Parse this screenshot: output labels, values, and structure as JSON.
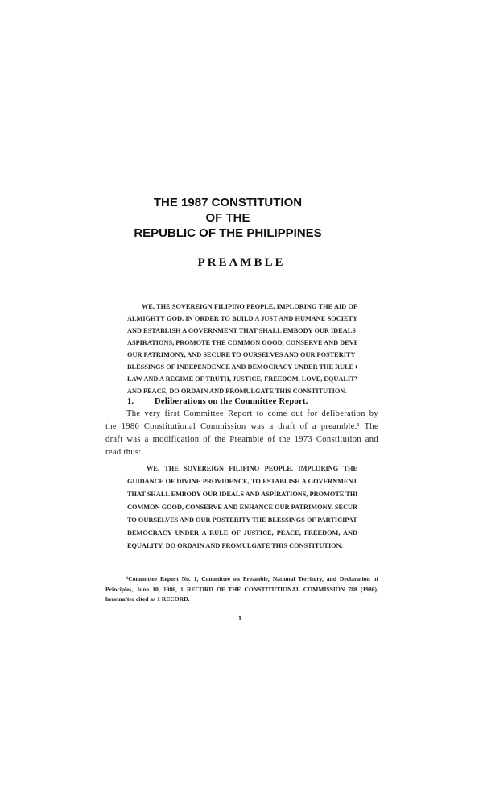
{
  "title": {
    "line1": "THE 1987 CONSTITUTION",
    "line2": "OF THE",
    "line3": "REPUBLIC OF THE PHILIPPINES"
  },
  "preamble_heading": "PREAMBLE",
  "preamble_text": [
    "WE, THE SOVEREIGN FILIPINO PEOPLE, IMPLORING THE AID OF",
    "ALMIGHTY GOD, IN ORDER TO BUILD A JUST AND HUMANE SOCIETY",
    "AND ESTABLISH A GOVERNMENT THAT SHALL EMBODY OUR IDEALS AND",
    "ASPIRATIONS, PROMOTE THE COMMON GOOD, CONSERVE AND DEVELOP",
    "OUR PATRIMONY, AND SECURE TO OURSELVES AND OUR POSTERITY THE",
    "BLESSINGS OF INDEPENDENCE AND DEMOCRACY UNDER THE RULE OF",
    "LAW AND A REGIME OF TRUTH, JUSTICE, FREEDOM, LOVE, EQUALITY",
    "AND PEACE, DO ORDAIN AND PROMULGATE THIS CONSTITUTION."
  ],
  "section": {
    "number": "1.",
    "title": "Deliberations on the Committee Report."
  },
  "body_text": [
    "The very first Committee Report to come out for deliberation by",
    "the 1986 Constitutional Commission was a draft of a preamble.¹ The",
    "draft was a modification of the Preamble of the 1973 Constitution and",
    "read thus:"
  ],
  "draft_quote": [
    "WE, THE SOVEREIGN FILIPINO PEOPLE, IMPLORING THE",
    "GUIDANCE OF DIVINE PROVIDENCE, TO ESTABLISH A GOVERNMENT",
    "THAT SHALL EMBODY OUR IDEALS AND ASPIRATIONS, PROMOTE THE",
    "COMMON GOOD, CONSERVE AND ENHANCE OUR PATRIMONY, SECURE",
    "TO OURSELVES AND OUR POSTERITY THE BLESSINGS OF PARTICIPATORY",
    "DEMOCRACY UNDER A RULE OF JUSTICE, PEACE, FREEDOM, AND",
    "EQUALITY, DO ORDAIN AND PROMULGATE THIS CONSTITUTION."
  ],
  "footnote": [
    "¹Committee Report No. 1, Committee on Preamble, National Territory, and Declaration of",
    "Principles, June 10, 1986, 1 RECORD OF THE CONSTITUTIONAL COMMISSION 788 (1986),",
    "hereinafter cited as 1 RECORD."
  ],
  "page_number": "1"
}
